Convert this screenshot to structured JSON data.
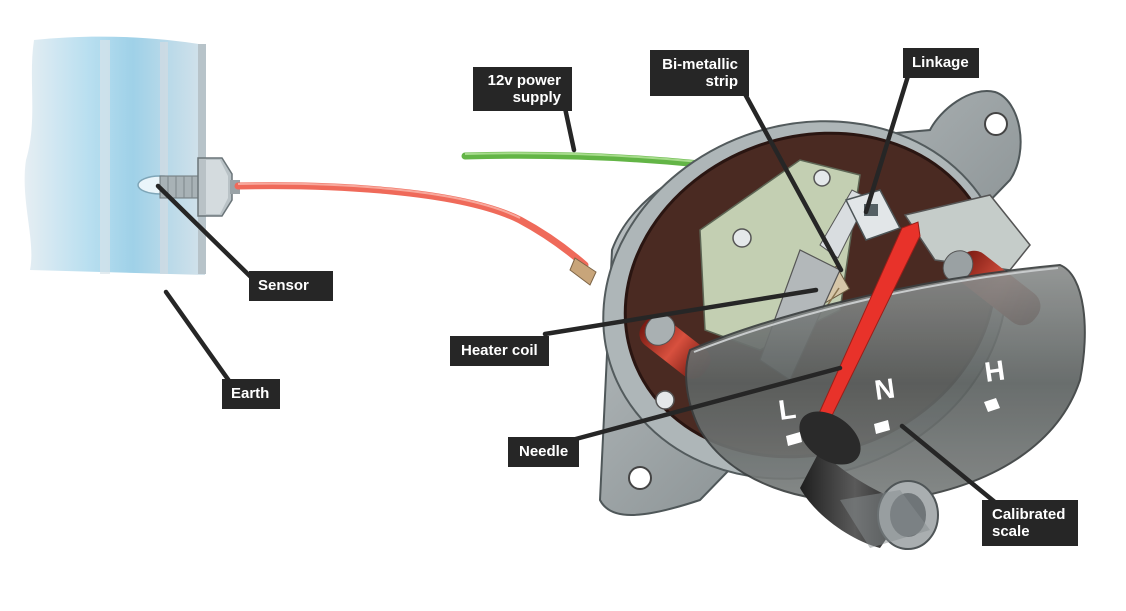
{
  "diagram": {
    "labels": {
      "sensor": "Sensor",
      "earth": "Earth",
      "power_supply": [
        "12v power",
        "supply"
      ],
      "bimetallic_strip": [
        "Bi-metallic",
        "strip"
      ],
      "linkage": "Linkage",
      "heater_coil": "Heater coil",
      "needle": "Needle",
      "calibrated_scale": [
        "Calibrated",
        "scale"
      ]
    },
    "dial_markings": {
      "low": "L",
      "normal": "N",
      "high": "H"
    },
    "colors": {
      "label_bg": "#262626",
      "label_text": "#ffffff",
      "leader_line": "#262626",
      "sensor_wire": "#ef6a5a",
      "power_wire": "#63b546",
      "needle": "#e8322a",
      "gauge_body": "#9aa4a6",
      "gauge_backplate": "#4a2a22",
      "engine_block": "#a9d6e8"
    }
  }
}
